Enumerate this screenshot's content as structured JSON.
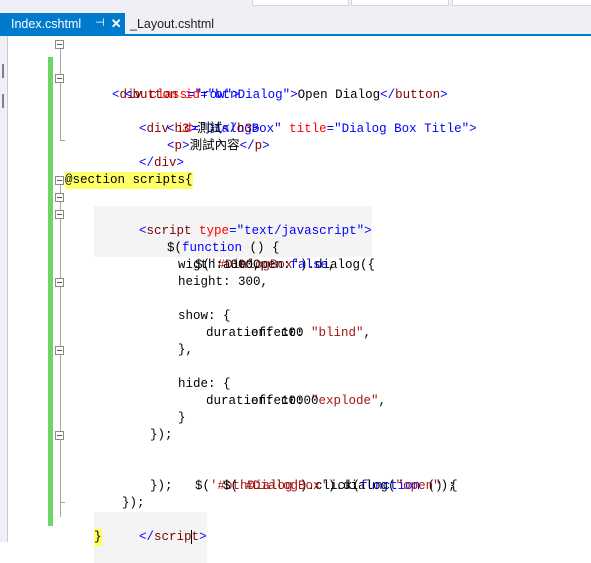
{
  "tabs": [
    {
      "label": "Index.cshtml",
      "active": true,
      "pin_glyph": "⊣",
      "close_glyph": "✕"
    },
    {
      "label": "_Layout.cshtml",
      "active": false
    }
  ],
  "colors": {
    "accent": "#007acc",
    "change_bar": "#6cd667",
    "tag": "#800000",
    "attribute": "#ff0000",
    "keyword": "#0000ff",
    "string": "#a31515",
    "razor_highlight": "#ffff66"
  },
  "code": {
    "line1": {
      "lt": "<",
      "tag": "div",
      "attr": " class",
      "eq": "=",
      "val": "\"row\"",
      "gt": ">"
    },
    "line2": {
      "lt": "<",
      "tag": "button",
      "attr": " id",
      "eq": "=",
      "val": "\"btnDialog\"",
      "gt": ">",
      "text": "Open Dialog",
      "close": "</",
      "ctag": "button",
      "cgt": ">"
    },
    "line3": {
      "lt": "<",
      "tag": "div",
      "attr1": " id",
      "eq1": "=",
      "val1": "\"DialogBox\"",
      "attr2": " title",
      "eq2": "=",
      "val2": "\"Dialog Box Title\"",
      "gt": ">"
    },
    "line4": {
      "lt": "<",
      "tag": "h3",
      "gt": ">",
      "text": "測試",
      "close": "</",
      "ctag": "h3",
      "cgt": ">"
    },
    "line5": {
      "lt": "<",
      "tag": "p",
      "gt": ">",
      "text": "測試內容",
      "close": "</",
      "ctag": "p",
      "cgt": ">"
    },
    "line6": {
      "lt": "</",
      "tag": "div",
      "gt": ">"
    },
    "line7": {
      "lt": "</",
      "tag": "div",
      "gt": ">"
    },
    "line8": {
      "razor": "@section scripts{"
    },
    "line9": {
      "lt": "<",
      "tag": "script",
      "attr": " type",
      "eq": "=",
      "val": "\"text/javascript\"",
      "gt": ">"
    },
    "line10": {
      "a": "$(",
      "kw": "function",
      "b": " () {"
    },
    "line11": {
      "a": "$(",
      "str": "'#DialogBox'",
      "b": ").dialog({"
    },
    "line12": {
      "a": "autoOpen:",
      "kw": "false",
      "b": ","
    },
    "line13": {
      "a": "wigth: 300,"
    },
    "line14": {
      "a": "height: 300,"
    },
    "line15": {
      "a": "show: {"
    },
    "line16": {
      "a": "effect: ",
      "str": "\"blind\"",
      "b": ","
    },
    "line17": {
      "a": "duration: 100"
    },
    "line18": {
      "a": "},"
    },
    "line19": {
      "a": "hide: {"
    },
    "line20": {
      "a": "effect: ",
      "str": "\"explode\"",
      "b": ","
    },
    "line21": {
      "a": "duration: 10000"
    },
    "line22": {
      "a": "}"
    },
    "line23": {
      "a": "});"
    },
    "line24": {
      "a": "$(",
      "str": "'#btnDialog'",
      "b": ").click(",
      "kw": "function",
      "c": " () {"
    },
    "line25": {
      "a": "$(",
      "str": "'#DialogBox'",
      "b": ").dialog(",
      "str2": "\"open\"",
      "c": ");"
    },
    "line26": {
      "a": "});"
    },
    "line27": {
      "a": "});"
    },
    "line28": {
      "lt": "</",
      "tag_a": "scrip",
      "tag_b": "t",
      "gt": ">"
    },
    "line29": {
      "a": "}"
    }
  }
}
